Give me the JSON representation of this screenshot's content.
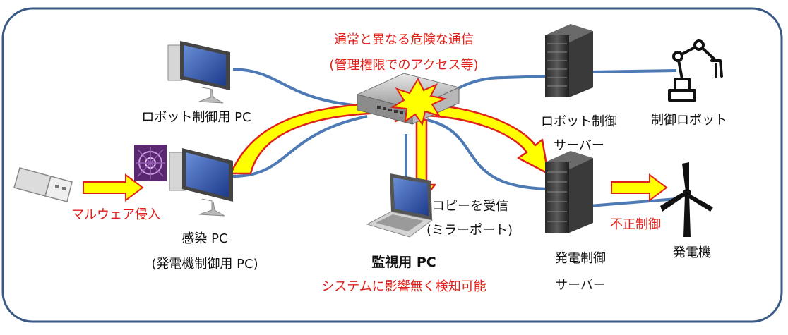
{
  "notes": {
    "danger_line1": "通常と異なる危険な通信",
    "danger_line2": "(管理権限でのアクセス等)"
  },
  "nodes": {
    "robot_pc": "ロボット制御用 PC",
    "infected_pc_line1": "感染 PC",
    "infected_pc_line2": "(発電機制御用 PC)",
    "monitor_pc": "監視用 PC",
    "monitor_note": "システムに影響無く検知可能",
    "copy_line1": "コピーを受信",
    "copy_line2": "(ミラーポート)",
    "robot_server_line1": "ロボット制御",
    "robot_server_line2": "サーバー",
    "robot": "制御ロボット",
    "gen_server_line1": "発電制御",
    "gen_server_line2": "サーバー",
    "generator": "発電機"
  },
  "arrows": {
    "malware": "マルウェア侵入",
    "illegal_control": "不正制御"
  },
  "colors": {
    "frame": "#3a5a85",
    "cable": "#4d7ab5",
    "arrow_fill": "#ffff00",
    "arrow_stroke": "#e0201b",
    "alert_text": "#e0201b"
  }
}
